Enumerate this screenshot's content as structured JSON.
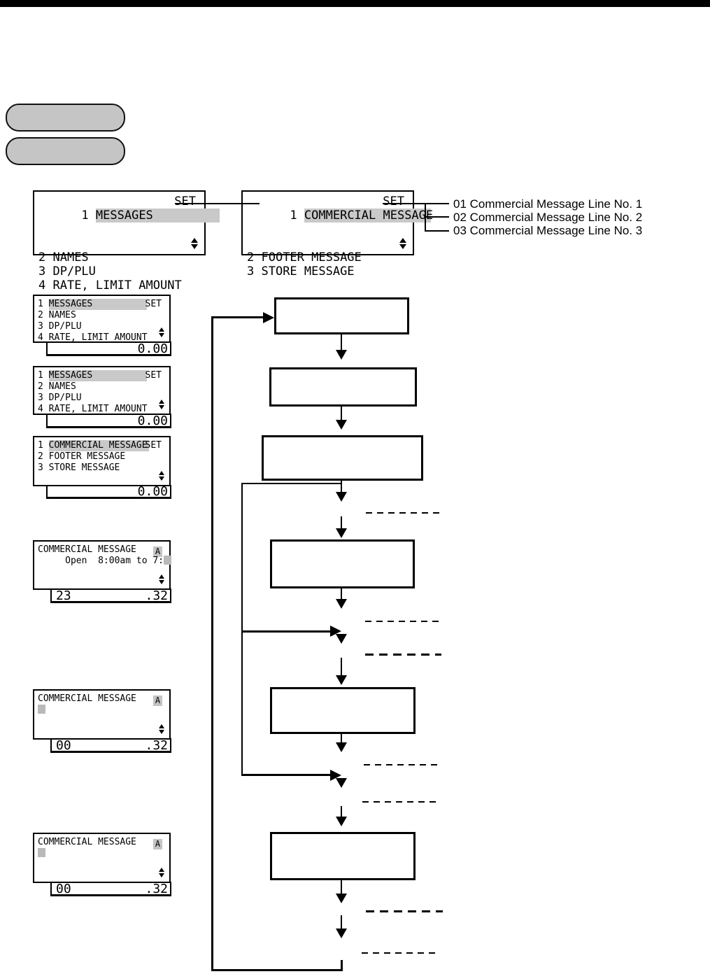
{
  "main_menu": {
    "rows": [
      {
        "num": "1",
        "label": "MESSAGES",
        "right": "SET"
      },
      {
        "num": "2",
        "label": "NAMES",
        "right": ""
      },
      {
        "num": "3",
        "label": "DP/PLU",
        "right": ""
      },
      {
        "num": "4",
        "label": "RATE, LIMIT AMOUNT",
        "right": ""
      }
    ]
  },
  "message_menu": {
    "rows": [
      {
        "num": "1",
        "label": "COMMERCIAL MESSAGE",
        "right": "SET"
      },
      {
        "num": "2",
        "label": "FOOTER MESSAGE",
        "right": ""
      },
      {
        "num": "3",
        "label": "STORE MESSAGE",
        "right": ""
      }
    ]
  },
  "entry_screen": {
    "title": "COMMERCIAL MESSAGE",
    "mode_indicator": "A",
    "typed_text": "     Open  8:00am to 7:",
    "char_count": "23",
    "status_value": ".32"
  },
  "blank_entry_screen": {
    "title": "COMMERCIAL MESSAGE",
    "mode_indicator": "A",
    "char_count": "00",
    "status_value": ".32"
  },
  "amount_display": "0.00",
  "branch_labels": [
    "01 Commercial Message Line No. 1",
    "02 Commercial Message Line No. 2",
    "03 Commercial Message Line No. 3"
  ]
}
